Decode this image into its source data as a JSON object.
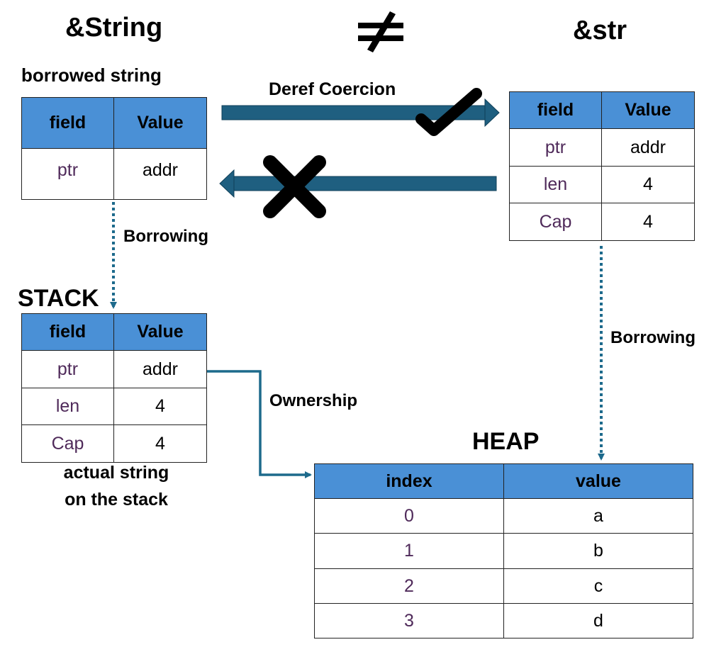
{
  "titles": {
    "string_ref": "&String",
    "not_equal": "≠",
    "str_ref": "&str"
  },
  "labels": {
    "borrowed_string": "borrowed string",
    "deref_coercion": "Deref Coercion",
    "borrowing_left": "Borrowing",
    "borrowing_right": "Borrowing",
    "ownership": "Ownership",
    "stack": "STACK",
    "heap": "HEAP",
    "actual_string_line1": "actual string",
    "actual_string_line2": "on the stack"
  },
  "tables": {
    "borrowed": {
      "headers": [
        "field",
        "Value"
      ],
      "rows": [
        [
          "ptr",
          "addr"
        ]
      ]
    },
    "str_slice": {
      "headers": [
        "field",
        "Value"
      ],
      "rows": [
        [
          "ptr",
          "addr"
        ],
        [
          "len",
          "4"
        ],
        [
          "Cap",
          "4"
        ]
      ]
    },
    "stack": {
      "headers": [
        "field",
        "Value"
      ],
      "rows": [
        [
          "ptr",
          "addr"
        ],
        [
          "len",
          "4"
        ],
        [
          "Cap",
          "4"
        ]
      ]
    },
    "heap": {
      "headers": [
        "index",
        "value"
      ],
      "rows": [
        [
          "0",
          "a"
        ],
        [
          "1",
          "b"
        ],
        [
          "2",
          "c"
        ],
        [
          "3",
          "d"
        ]
      ]
    }
  },
  "symbols": {
    "allowed": "check-mark",
    "disallowed": "cross-mark"
  },
  "colors": {
    "header_fill": "#4a90d6",
    "arrow_fill": "#1f5f80",
    "connector": "#1d6a8c",
    "key_text": "#4f2a5a"
  }
}
